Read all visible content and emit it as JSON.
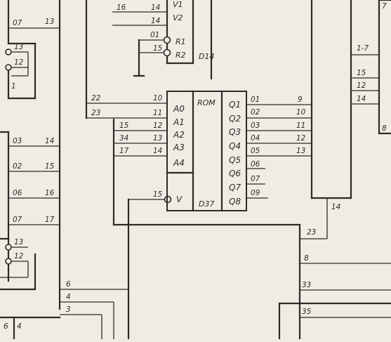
{
  "schematic": {
    "rom": {
      "title": "ROM",
      "ref": "D37",
      "inputs": [
        "A0",
        "A1",
        "A2",
        "A3",
        "A4"
      ],
      "enable": "V",
      "outputs": [
        "Q1",
        "Q2",
        "Q3",
        "Q4",
        "Q5",
        "Q6",
        "Q7",
        "Q8"
      ],
      "input_pins": [
        "10",
        "11",
        "12",
        "13",
        "14"
      ],
      "enable_pin": "15",
      "input_nets": [
        "22",
        "23",
        "15",
        "34",
        "17"
      ],
      "output_pins": [
        "01",
        "02",
        "03",
        "04",
        "05",
        "06",
        "07",
        "09"
      ],
      "output_nets": [
        "9",
        "10",
        "11",
        "12",
        "13"
      ]
    },
    "top_chip": {
      "ref": "D14",
      "labels": [
        "V1",
        "V2",
        "R1",
        "R2"
      ],
      "pins": [
        "14",
        "14",
        "01",
        "15"
      ],
      "net": "16"
    },
    "left_upper": {
      "pins": [
        "07",
        "13",
        "13",
        "12",
        "1"
      ],
      "bubble_labels": [
        "13",
        "12"
      ]
    },
    "left_lower": {
      "pins": [
        "03",
        "14",
        "02",
        "15",
        "06",
        "16",
        "07",
        "17",
        "13",
        "12"
      ]
    },
    "right_block": {
      "nets": [
        "1-7",
        "15",
        "12",
        "14",
        "8",
        "7"
      ],
      "bottom_pin": "14"
    },
    "bottom": {
      "nets": [
        "23",
        "8",
        "33",
        "35",
        "6",
        "4",
        "3",
        "6",
        "4"
      ]
    }
  }
}
